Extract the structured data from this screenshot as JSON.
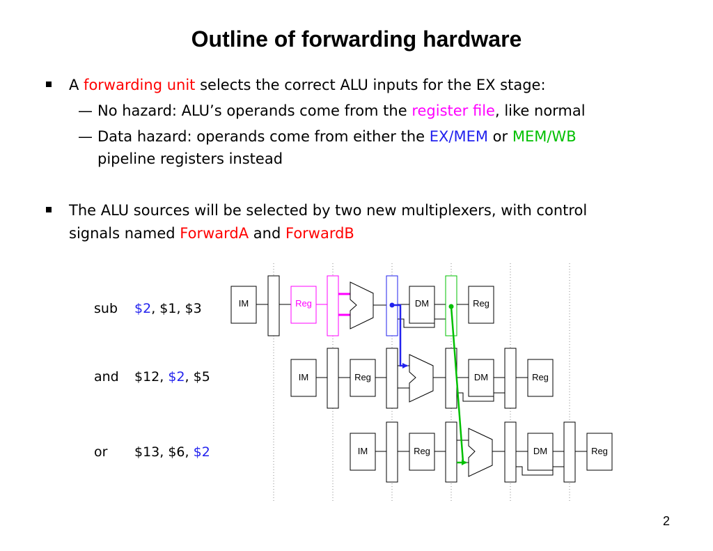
{
  "title": "Outline of forwarding hardware",
  "bullet1": {
    "pre": "A ",
    "highlight": "forwarding unit",
    "post": " selects the correct ALU inputs for the EX stage:"
  },
  "sub1": {
    "pre": "No hazard: ALU’s operands come from the ",
    "highlight": "register file",
    "post": ", like normal"
  },
  "sub2": {
    "pre": "Data hazard: operands come from either the ",
    "h1": "EX/MEM",
    "mid": " or ",
    "h2": "MEM/WB",
    "line2": "pipeline registers instead"
  },
  "bullet2": {
    "line1": "The ALU sources will be selected by two new multiplexers, with control",
    "pre": "signals named ",
    "h1": "ForwardA",
    "mid": " and ",
    "h2": "ForwardB"
  },
  "dash": "—",
  "instructions": [
    {
      "op": "sub",
      "args": [
        {
          "t": "$2",
          "hl": true
        },
        {
          "t": ", $1, $3",
          "hl": false
        }
      ]
    },
    {
      "op": "and",
      "args": [
        {
          "t": "$12, ",
          "hl": false
        },
        {
          "t": "$2",
          "hl": true
        },
        {
          "t": ", $5",
          "hl": false
        }
      ]
    },
    {
      "op": "or",
      "args": [
        {
          "t": "$13, $6, ",
          "hl": false
        },
        {
          "t": "$2",
          "hl": true
        }
      ]
    }
  ],
  "stage_labels": {
    "im": "IM",
    "reg": "Reg",
    "dm": "DM"
  },
  "page_number": "2",
  "colors": {
    "highlight_red": "#ff0000",
    "register_file": "#ff00ff",
    "ex_mem": "#2222ee",
    "mem_wb": "#00c000"
  }
}
